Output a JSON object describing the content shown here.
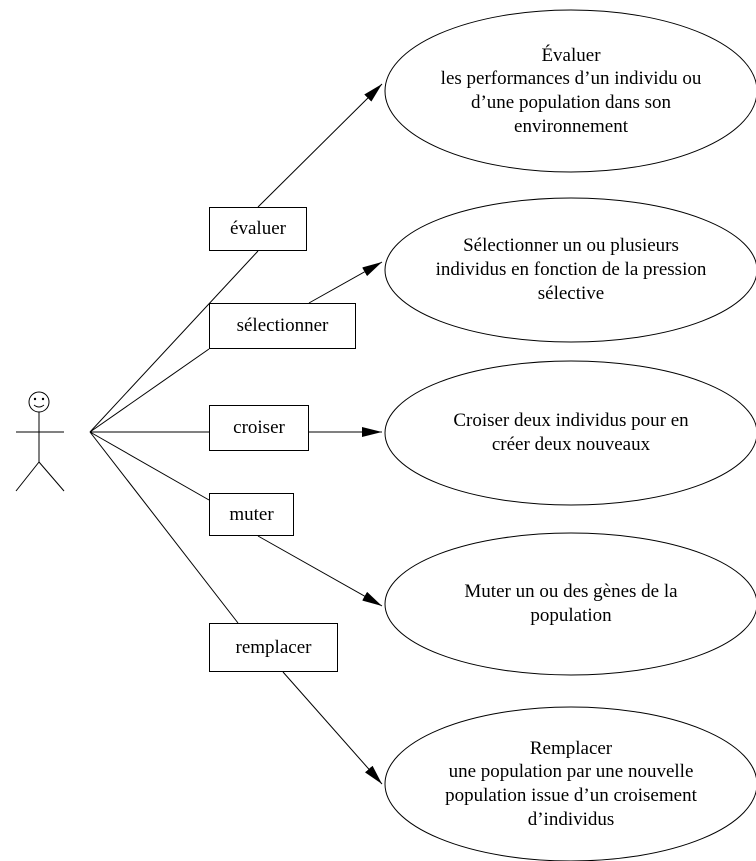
{
  "actor": {
    "icon": "stick-figure-actor-icon"
  },
  "operations": [
    {
      "id": "evaluer",
      "label": "évaluer"
    },
    {
      "id": "selectionner",
      "label": "sélectionner"
    },
    {
      "id": "croiser",
      "label": "croiser"
    },
    {
      "id": "muter",
      "label": "muter"
    },
    {
      "id": "remplacer",
      "label": "remplacer"
    }
  ],
  "use_cases": [
    {
      "id": "evaluer",
      "text": "Évaluer\nles performances d’un individu ou\nd’une population dans son\nenvironnement"
    },
    {
      "id": "selectionner",
      "text": "Sélectionner un ou plusieurs\nindividus en fonction de la pression\nsélective"
    },
    {
      "id": "croiser",
      "text": "Croiser deux individus pour en\ncréer deux nouveaux"
    },
    {
      "id": "muter",
      "text": "Muter un ou des gènes de la\npopulation"
    },
    {
      "id": "remplacer",
      "text": "Remplacer\nune population par une nouvelle\npopulation issue d’un croisement\nd’individus"
    }
  ]
}
